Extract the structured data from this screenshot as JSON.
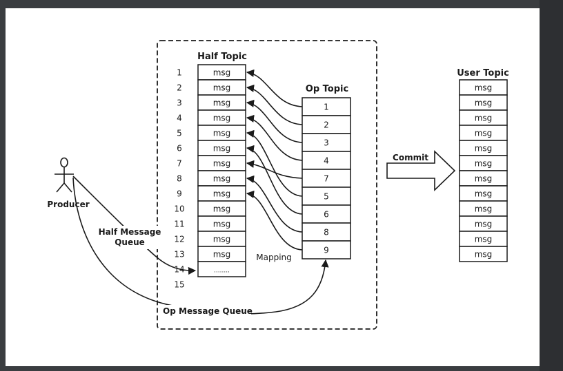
{
  "half_topic": {
    "title": "Half Topic",
    "row_numbers": [
      "1",
      "2",
      "3",
      "4",
      "5",
      "6",
      "7",
      "8",
      "9",
      "10",
      "11",
      "12",
      "13",
      "14",
      "15"
    ],
    "cells": [
      "msg",
      "msg",
      "msg",
      "msg",
      "msg",
      "msg",
      "msg",
      "msg",
      "msg",
      "msg",
      "msg",
      "msg",
      "msg",
      "........"
    ]
  },
  "op_topic": {
    "title": "Op Topic",
    "cells": [
      "1",
      "2",
      "3",
      "4",
      "7",
      "5",
      "6",
      "8",
      "9"
    ],
    "mapping_targets": [
      1,
      2,
      3,
      4,
      7,
      5,
      6,
      8,
      9
    ]
  },
  "user_topic": {
    "title": "User Topic",
    "cells": [
      "msg",
      "msg",
      "msg",
      "msg",
      "msg",
      "msg",
      "msg",
      "msg",
      "msg",
      "msg",
      "msg",
      "msg"
    ]
  },
  "labels": {
    "producer": "Producer",
    "half_queue_line1": "Half Message",
    "half_queue_line2": "Queue",
    "op_queue": "Op Message Queue",
    "mapping": "Mapping",
    "commit": "Commit"
  }
}
